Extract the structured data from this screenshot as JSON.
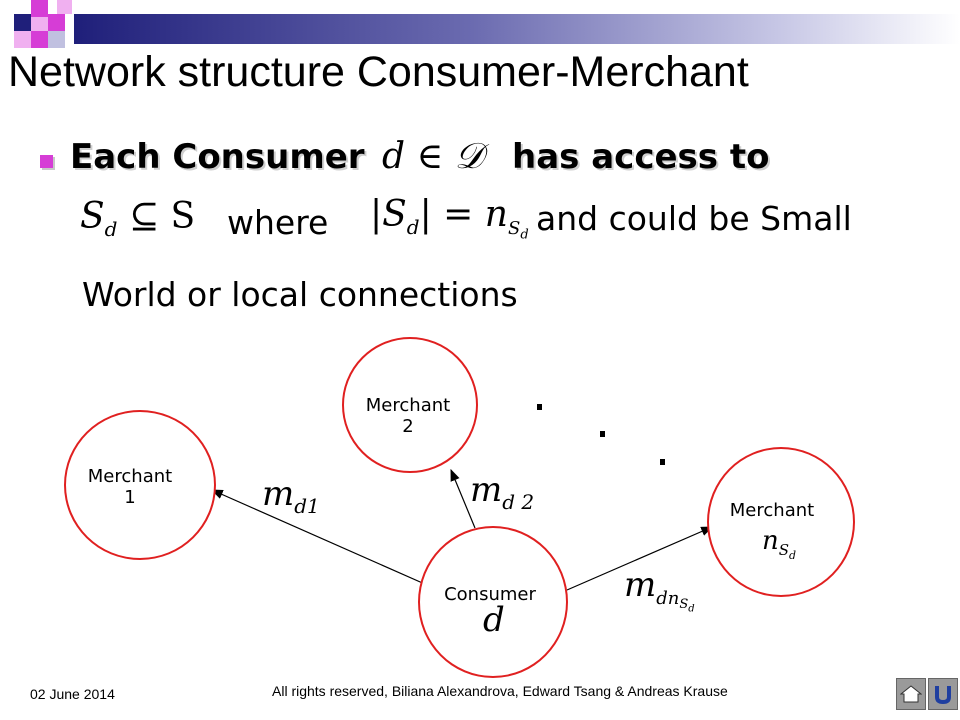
{
  "slide": {
    "title": "Network structure Consumer-Merchant",
    "bullet": {
      "text_before": "Each Consumer",
      "math_d_in_D": "d ∈ 𝒟",
      "text_after": "has access to"
    },
    "line2": {
      "math_subset": "S",
      "math_subset_sub": "d",
      "math_subset_rel": "⊆ S",
      "where": "where",
      "math_card_left": "|S",
      "math_card_sub": "d",
      "math_card_right": "| = n",
      "math_card_sub2": "S",
      "math_card_sub3": "d",
      "text_after": "and could be Small"
    },
    "line3": "World or local connections"
  },
  "diagram": {
    "merchant1": {
      "line1": "Merchant",
      "line2": "1"
    },
    "merchant2": {
      "line1": "Merchant",
      "line2": "2"
    },
    "merchant_n": {
      "line1": "Merchant",
      "math": "n",
      "math_sub": "S",
      "math_sub2": "d"
    },
    "consumer": {
      "line1": "Consumer",
      "math": "d"
    },
    "edge1": {
      "base": "m",
      "sub": "d1"
    },
    "edge2": {
      "base": "m",
      "sub": "d 2"
    },
    "edge3": {
      "base": "m",
      "sub": "dn",
      "sub2": "S",
      "sub3": "d"
    }
  },
  "footer": {
    "date": "02 June 2014",
    "credits": "All rights reserved, Biliana Alexandrova, Edward Tsang & Andreas Krause"
  },
  "nav": {
    "home_icon": "home-icon",
    "back_icon": "return-icon"
  },
  "colors": {
    "node_border": "#e02020",
    "bullet": "#d63dd6",
    "title_bar": "#1f1f7a"
  }
}
